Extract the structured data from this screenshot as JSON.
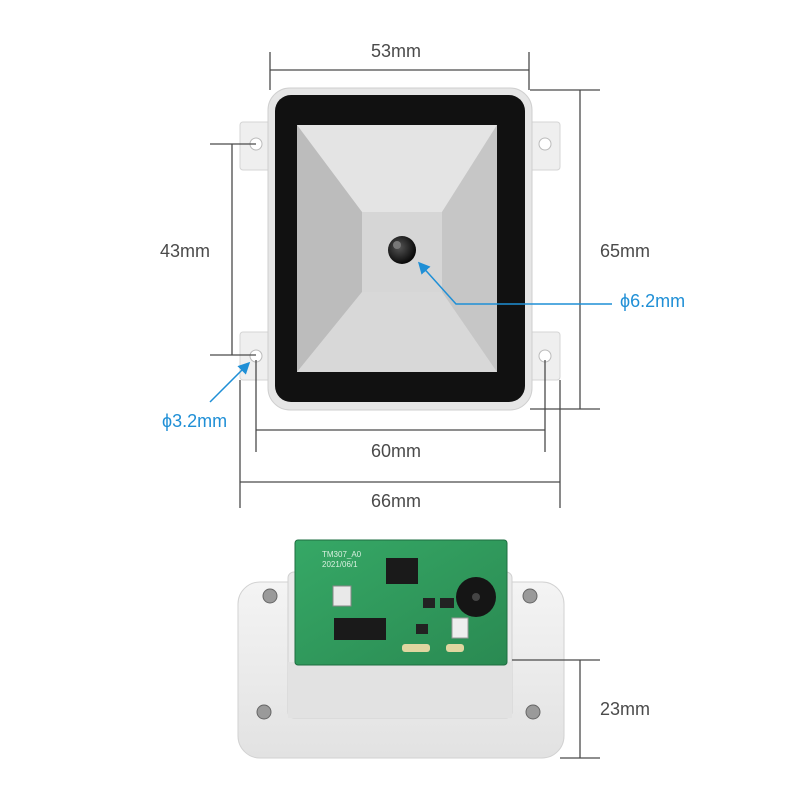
{
  "dimensions": {
    "top_width": "53mm",
    "height_outer": "65mm",
    "hole_spacing_vertical": "43mm",
    "window_diameter": "ϕ6.2mm",
    "hole_diameter": "ϕ3.2mm",
    "hole_spacing_horizontal": "60mm",
    "overall_width": "66mm",
    "depth": "23mm"
  },
  "pcb": {
    "silkscreen_model": "TM307_A0",
    "silkscreen_date": "2021/06/1"
  },
  "colors": {
    "dimension_line": "#4a4a4a",
    "callout": "#1f8fd6",
    "pcb_green": "#2e9a5c",
    "housing": "#eeeeee",
    "bezel": "#111111"
  }
}
